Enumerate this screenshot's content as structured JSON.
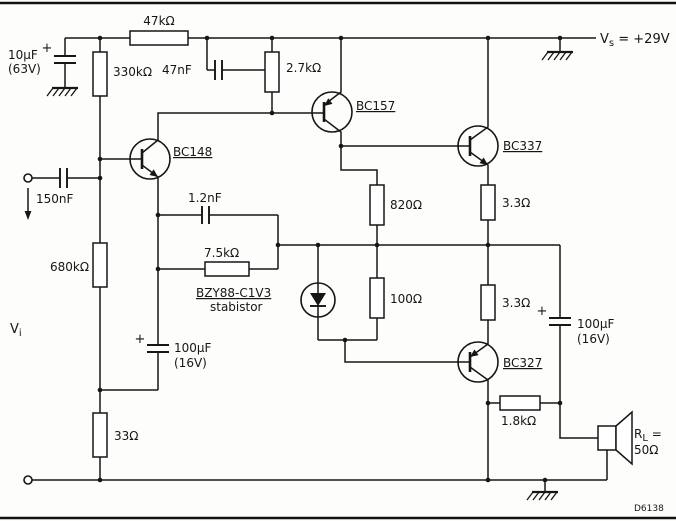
{
  "figure": {
    "kind": "audio-amplifier-circuit-schematic",
    "supply_label": {
      "pre": "V",
      "sub": "s",
      "post": " = +29V"
    },
    "input_label": {
      "pre": "V",
      "sub": "i"
    },
    "load_label": {
      "pre": "R",
      "sub": "L",
      "post": " =",
      "value": "50Ω"
    },
    "doc_number": "D6138"
  },
  "components": {
    "r47k": "47kΩ",
    "c10u": {
      "polarity": "+",
      "value": "10µF",
      "note": "(63V)"
    },
    "r330k": "330kΩ",
    "c47n": "47nF",
    "r2k7": "2.7kΩ",
    "bc157": "BC157",
    "bc337": "BC337",
    "bc148": "BC148",
    "c150n": "150nF",
    "c1n2": "1.2nF",
    "r7k5": "7.5kΩ",
    "stabistor": {
      "part": "BZY88-C1V3",
      "type": "stabistor"
    },
    "r820": "820Ω",
    "r100": "100Ω",
    "r3r3_upper": "3.3Ω",
    "r3r3_lower": "3.3Ω",
    "r680k": "680kΩ",
    "c100u_in": {
      "polarity": "+",
      "value": "100µF",
      "note": "(16V)"
    },
    "r33": "33Ω",
    "bc327": "BC327",
    "r1k8": "1.8kΩ",
    "c100u_out": {
      "polarity": "+",
      "value": "100µF",
      "note": "(16V)"
    }
  }
}
